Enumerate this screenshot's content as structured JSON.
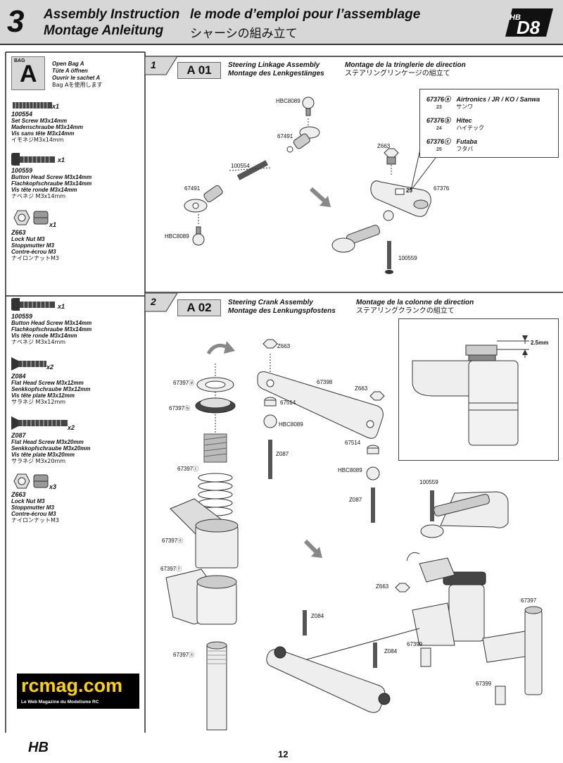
{
  "header": {
    "chapter_number": "3",
    "title_en": "Assembly Instruction",
    "title_de": "Montage Anleitung",
    "title_fr": "le mode d’emploi pour l’assemblage",
    "title_jp": "シャーシの組み立て",
    "logo_text": "D8"
  },
  "sidebar": {
    "bag_small": "BAG",
    "bag_letter": "A",
    "bag_lines": [
      "Open Bag A",
      "Tüte A öffnen",
      "Ouvrir le sachet A",
      "Bag Aを使用します"
    ],
    "section1_parts": [
      {
        "code": "100554",
        "qty": "x1",
        "lines": [
          "Set Screw M3x14mm",
          "Madenschraube M3x14mm",
          "Vis sans tête M3x14mm"
        ],
        "jp": "イモネジM3x14mm"
      },
      {
        "code": "100559",
        "qty": "x1",
        "lines": [
          "Button Head Screw M3x14mm",
          "Flachkopfschraube M3x14mm",
          "Vis tête ronde M3x14mm"
        ],
        "jp": "ナベネジ M3x14mm"
      },
      {
        "code": "Z663",
        "qty": "x1",
        "lines": [
          "Lock Nut M3",
          "Stoppmutter M3",
          "Contre-écrou M3"
        ],
        "jp": "ナイロンナットM3"
      }
    ],
    "section2_parts": [
      {
        "code": "100559",
        "qty": "x1",
        "lines": [
          "Button Head Screw M3x14mm",
          "Flachkopfschraube M3x14mm",
          "Vis tête ronde M3x14mm"
        ],
        "jp": "ナベネジ M3x14mm"
      },
      {
        "code": "Z084",
        "qty": "x2",
        "lines": [
          "Flat Head Screw M3x12mm",
          "Senkkopfschraube M3x12mm",
          "Vis tête plate M3x12mm"
        ],
        "jp": "サラネジ M3x12mm"
      },
      {
        "code": "Z087",
        "qty": "x2",
        "lines": [
          "Flat Head Screw M3x20mm",
          "Senkkopfschraube M3x20mm",
          "Vis tête plate M3x20mm"
        ],
        "jp": "サラネジ M3x20mm"
      },
      {
        "code": "Z663",
        "qty": "x3",
        "lines": [
          "Lock Nut M3",
          "Stoppmutter M3",
          "Contre-écrou M3"
        ],
        "jp": "ナイロンナットM3"
      }
    ]
  },
  "step1": {
    "number": "1",
    "code": "A 01",
    "title_en": "Steering Linkage Assembly",
    "title_de": "Montage des Lenkgestänges",
    "title_fr": "Montage de la tringlerie de direction",
    "title_jp": "ステアリングリンケージの組立て",
    "labels": {
      "hbc_top": "HBC8089",
      "rod_top": "67491",
      "setscrew": "100554",
      "rod_bottom": "67491",
      "hbc_bottom": "HBC8089",
      "nut": "Z663",
      "arm": "67376",
      "screw": "100559",
      "arm_mark": "25"
    },
    "radio_options": [
      {
        "code": "67376ⓐ",
        "num": "23",
        "name": "Airtronics / JR / KO / Sanwa",
        "jp": "サンワ"
      },
      {
        "code": "67376ⓑ",
        "num": "24",
        "name": "Hitec",
        "jp": "ハイテック"
      },
      {
        "code": "67376ⓒ",
        "num": "25",
        "name": "Futaba",
        "jp": "フタバ"
      }
    ]
  },
  "step2": {
    "number": "2",
    "code": "A 02",
    "title_en": "Steering Crank Assembly",
    "title_de": "Montage des Lenkungspfostens",
    "title_fr": "Montage de la colonne de direction",
    "title_jp": "ステアリングクランクの組立て",
    "gap_label": "2.5mm",
    "labels": {
      "p_d": "67397ⓓ",
      "p_b": "67397ⓑ",
      "p_c": "67397ⓒ",
      "p_e": "67397ⓔ",
      "p_f": "67397ⓕ",
      "p_a": "67397ⓐ",
      "nut1": "Z663",
      "link": "67398",
      "nut2": "Z663",
      "spacer1": "67514",
      "hbc1": "HBC8089",
      "screw1": "Z087",
      "spacer2": "67514",
      "hbc2": "HBC8089",
      "screw2": "Z087",
      "screw3": "100559",
      "nut3": "Z663",
      "z084a": "Z084",
      "z084b": "Z084",
      "post": "67397",
      "spacer3": "67399",
      "spacer4": "67399"
    }
  },
  "watermark": {
    "title": "rcmag.com",
    "subtitle": "Le Web Magazine du Modelisme RC"
  },
  "footer": {
    "page_number": "12",
    "brand": "HB"
  }
}
